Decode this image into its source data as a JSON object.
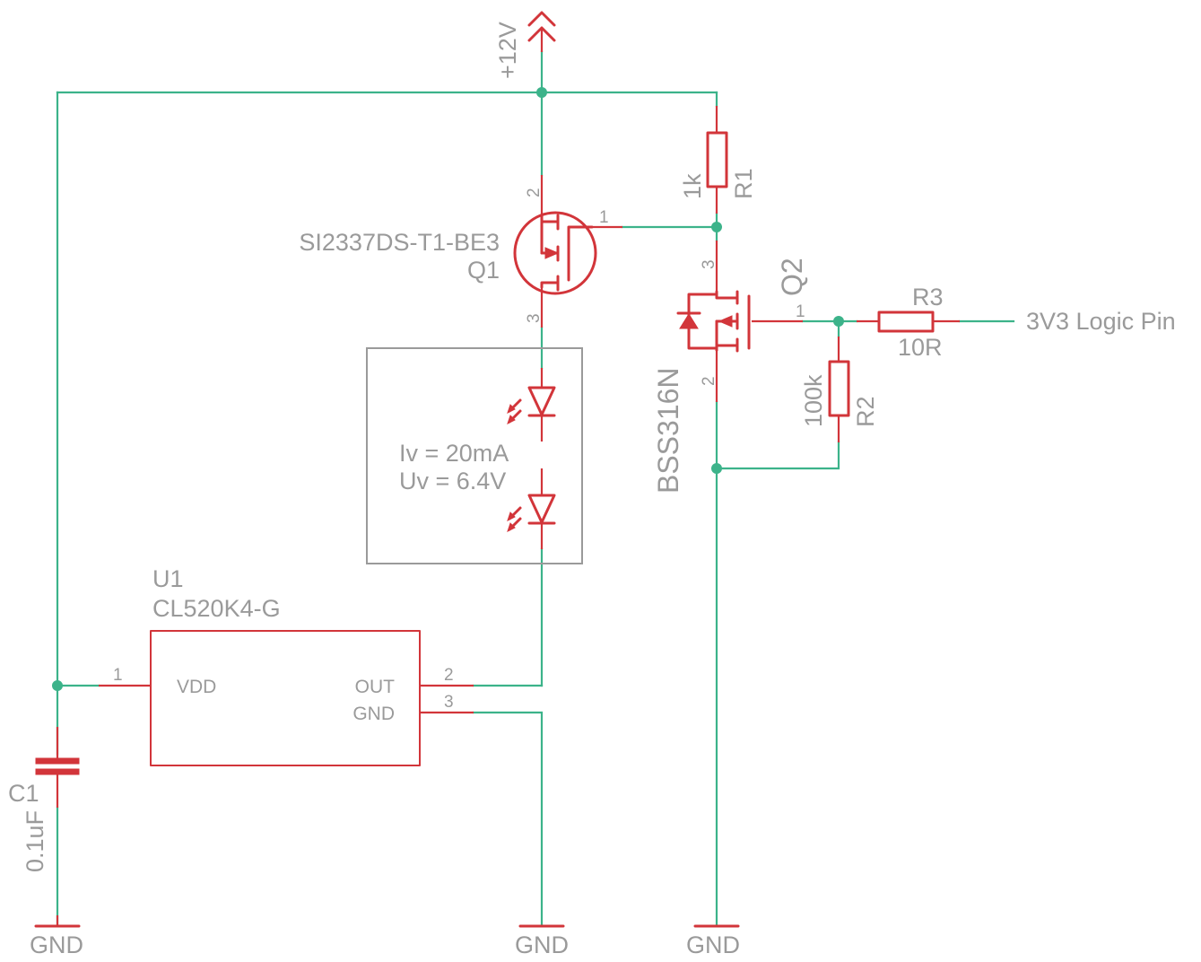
{
  "supply": {
    "label": "+12V"
  },
  "ground": {
    "gnd1": "GND",
    "gnd2": "GND",
    "gnd3": "GND"
  },
  "q1": {
    "part": "SI2337DS-T1-BE3",
    "ref": "Q1",
    "pin_gate": "1",
    "pin_source": "2",
    "pin_drain": "3"
  },
  "r1": {
    "ref": "R1",
    "value": "1k"
  },
  "q2": {
    "part": "BSS316N",
    "ref": "Q2",
    "pin_gate": "1",
    "pin_source": "2",
    "pin_drain": "3"
  },
  "r2": {
    "ref": "R2",
    "value": "100k"
  },
  "r3": {
    "ref": "R3",
    "value": "10R"
  },
  "net": {
    "logic_pin": "3V3 Logic Pin"
  },
  "led_note": {
    "current": "Iv = 20mA",
    "voltage": "Uv = 6.4V"
  },
  "u1": {
    "ref": "U1",
    "part": "CL520K4-G",
    "pin_vdd_num": "1",
    "pin_vdd_name": "VDD",
    "pin_out_num": "2",
    "pin_out_name": "OUT",
    "pin_gnd_num": "3",
    "pin_gnd_name": "GND"
  },
  "c1": {
    "ref": "C1",
    "value": "0.1uF"
  },
  "colors": {
    "wire": "#3cb38a",
    "symbol": "#d2353a",
    "text": "#9a9a9a"
  }
}
